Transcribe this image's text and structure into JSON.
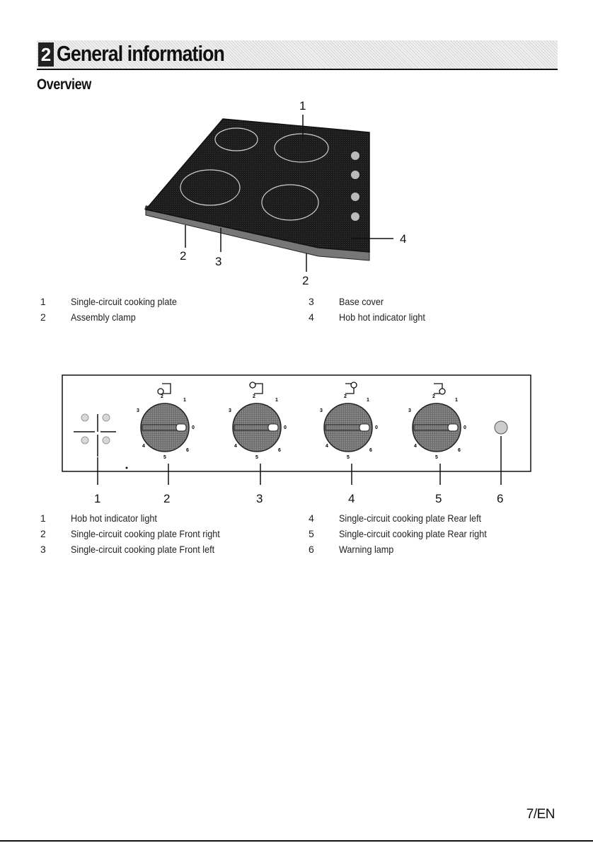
{
  "header": {
    "section_number": "2",
    "title": "General information"
  },
  "subtitle": "Overview",
  "figure1": {
    "callouts": [
      "1",
      "2",
      "3",
      "2",
      "4"
    ],
    "legend": [
      {
        "num": "1",
        "text": "Single-circuit cooking plate"
      },
      {
        "num": "2",
        "text": "Assembly clamp"
      },
      {
        "num": "3",
        "text": "Base cover"
      },
      {
        "num": "4",
        "text": "Hob hot indicator light"
      }
    ]
  },
  "figure2": {
    "callouts": [
      "1",
      "2",
      "3",
      "4",
      "5",
      "6"
    ],
    "knob_numbers": [
      "1",
      "2",
      "3",
      "4",
      "5",
      "6",
      "0"
    ],
    "legend": [
      {
        "num": "1",
        "text": "Hob hot indicator light"
      },
      {
        "num": "2",
        "text": "Single-circuit cooking plate Front right"
      },
      {
        "num": "3",
        "text": "Single-circuit cooking plate Front left"
      },
      {
        "num": "4",
        "text": "Single-circuit cooking plate Rear left"
      },
      {
        "num": "5",
        "text": "Single-circuit cooking plate Rear right"
      },
      {
        "num": "6",
        "text": "Warning lamp"
      }
    ]
  },
  "footer": {
    "page_label": "7/EN"
  }
}
